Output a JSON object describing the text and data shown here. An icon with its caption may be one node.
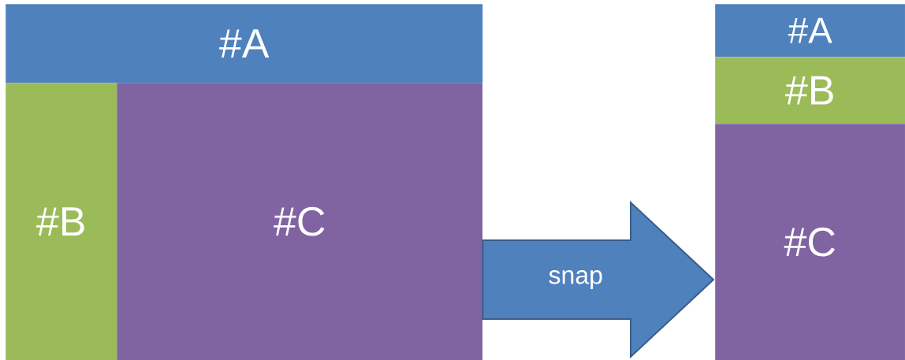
{
  "diagram": {
    "nodes": [
      {
        "text": [
          "#A"
        ]
      },
      {
        "text": [
          "#B"
        ]
      },
      {
        "text": [
          "#C"
        ]
      },
      {
        "text": [
          "#A"
        ]
      },
      {
        "text": [
          "#B"
        ]
      },
      {
        "text": [
          "#C"
        ]
      }
    ],
    "edges": [
      {
        "from": 2,
        "to": 5,
        "arrow": "to",
        "label": "snap"
      }
    ]
  }
}
